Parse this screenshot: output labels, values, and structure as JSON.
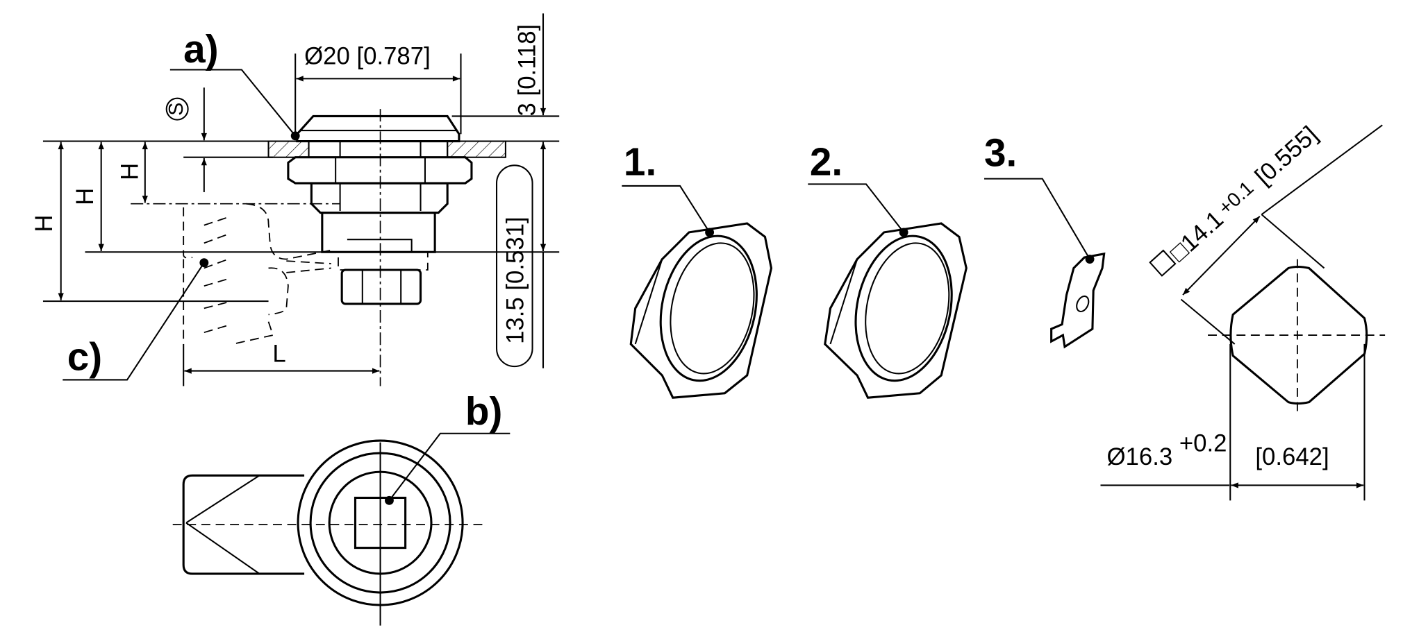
{
  "labels": {
    "a": "a)",
    "b": "b)",
    "c": "c)",
    "part1": "1.",
    "part2": "2.",
    "part3": "3."
  },
  "dimensions": {
    "diameter_cap": "Ø20 [0.787]",
    "cap_height": "3 [0.118]",
    "overall_height": "13.5 [0.531]",
    "h1": "H",
    "h2": "H",
    "h3": "H",
    "s_symbol": "S",
    "length": "L",
    "square_main": "□14.1",
    "square_tol": "+0.1",
    "square_inch": "[0.555]",
    "hole_main": "Ø16.3",
    "hole_tol": "+0.2",
    "hole_inch": "[0.642]"
  }
}
